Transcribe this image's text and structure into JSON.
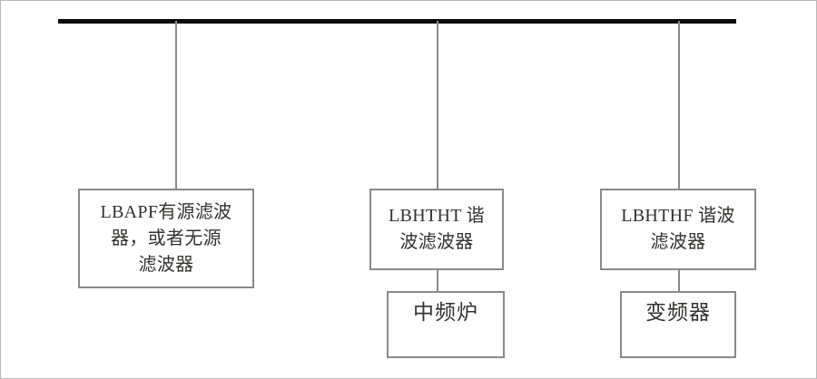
{
  "diagram": {
    "bus": {
      "name": "main-bus-bar"
    },
    "nodes": [
      {
        "id": "box-apf",
        "label": "LBAPF有源滤波\n器，或者无源\n滤波器",
        "role": "filter"
      },
      {
        "id": "box-lbhtht",
        "label": "LBHTHT 谐\n波滤波器",
        "role": "filter"
      },
      {
        "id": "box-lbhthf",
        "label": "LBHTHF 谐波\n滤波器",
        "role": "filter"
      },
      {
        "id": "box-furnace",
        "label": "中频炉",
        "role": "load"
      },
      {
        "id": "box-inverter",
        "label": "变频器",
        "role": "load"
      }
    ],
    "colors": {
      "bus": "#0b0b0b",
      "box_border": "#8a8a8a",
      "connector": "#8a8a8a",
      "text": "#33332f",
      "background": "#ffffff",
      "canvas_border": "#b9b9b9"
    }
  }
}
